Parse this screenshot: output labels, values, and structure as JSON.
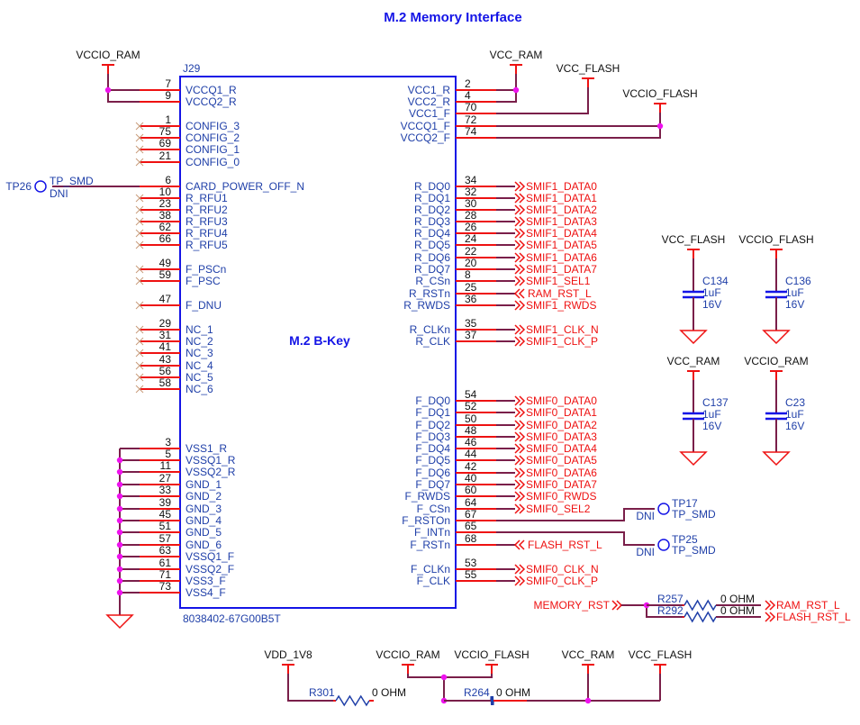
{
  "title": "M.2 Memory Interface",
  "connector": {
    "ref": "J29",
    "label": "M.2 B-Key",
    "part_number": "8038402-67G00B5T",
    "left_pins": [
      {
        "num": "7",
        "name": "VCCQ1_R",
        "conn": "net"
      },
      {
        "num": "9",
        "name": "VCCQ2_R",
        "conn": "net"
      },
      {
        "num": "1",
        "name": "CONFIG_3",
        "conn": "nc"
      },
      {
        "num": "75",
        "name": "CONFIG_2",
        "conn": "nc"
      },
      {
        "num": "69",
        "name": "CONFIG_1",
        "conn": "nc"
      },
      {
        "num": "21",
        "name": "CONFIG_0",
        "conn": "nc"
      },
      {
        "num": "6",
        "name": "CARD_POWER_OFF_N",
        "conn": "tp"
      },
      {
        "num": "10",
        "name": "R_RFU1",
        "conn": "nc"
      },
      {
        "num": "23",
        "name": "R_RFU2",
        "conn": "nc"
      },
      {
        "num": "38",
        "name": "R_RFU3",
        "conn": "nc"
      },
      {
        "num": "62",
        "name": "R_RFU4",
        "conn": "nc"
      },
      {
        "num": "66",
        "name": "R_RFU5",
        "conn": "nc"
      },
      {
        "num": "49",
        "name": "F_PSCn",
        "conn": "nc"
      },
      {
        "num": "59",
        "name": "F_PSC",
        "conn": "nc"
      },
      {
        "num": "47",
        "name": "F_DNU",
        "conn": "nc"
      },
      {
        "num": "29",
        "name": "NC_1",
        "conn": "nc"
      },
      {
        "num": "31",
        "name": "NC_2",
        "conn": "nc"
      },
      {
        "num": "41",
        "name": "NC_3",
        "conn": "nc"
      },
      {
        "num": "43",
        "name": "NC_4",
        "conn": "nc"
      },
      {
        "num": "56",
        "name": "NC_5",
        "conn": "nc"
      },
      {
        "num": "58",
        "name": "NC_6",
        "conn": "nc"
      },
      {
        "num": "3",
        "name": "VSS1_R",
        "conn": "gnd"
      },
      {
        "num": "5",
        "name": "VSSQ1_R",
        "conn": "gnd"
      },
      {
        "num": "11",
        "name": "VSSQ2_R",
        "conn": "gnd"
      },
      {
        "num": "27",
        "name": "GND_1",
        "conn": "gnd"
      },
      {
        "num": "33",
        "name": "GND_2",
        "conn": "gnd"
      },
      {
        "num": "39",
        "name": "GND_3",
        "conn": "gnd"
      },
      {
        "num": "45",
        "name": "GND_4",
        "conn": "gnd"
      },
      {
        "num": "51",
        "name": "GND_5",
        "conn": "gnd"
      },
      {
        "num": "57",
        "name": "GND_6",
        "conn": "gnd"
      },
      {
        "num": "63",
        "name": "VSSQ1_F",
        "conn": "gnd"
      },
      {
        "num": "61",
        "name": "VSSQ2_F",
        "conn": "gnd"
      },
      {
        "num": "71",
        "name": "VSS3_F",
        "conn": "gnd"
      },
      {
        "num": "73",
        "name": "VSS4_F",
        "conn": "gnd"
      }
    ],
    "right_pins": [
      {
        "num": "2",
        "name": "VCC1_R",
        "net": ""
      },
      {
        "num": "4",
        "name": "VCC2_R",
        "net": ""
      },
      {
        "num": "70",
        "name": "VCC1_F",
        "net": ""
      },
      {
        "num": "72",
        "name": "VCCQ1_F",
        "net": ""
      },
      {
        "num": "74",
        "name": "VCCQ2_F",
        "net": ""
      },
      {
        "num": "34",
        "name": "R_DQ0",
        "net": "SMIF1_DATA0",
        "dir": "out"
      },
      {
        "num": "32",
        "name": "R_DQ1",
        "net": "SMIF1_DATA1",
        "dir": "out"
      },
      {
        "num": "30",
        "name": "R_DQ2",
        "net": "SMIF1_DATA2",
        "dir": "out"
      },
      {
        "num": "28",
        "name": "R_DQ3",
        "net": "SMIF1_DATA3",
        "dir": "out"
      },
      {
        "num": "26",
        "name": "R_DQ4",
        "net": "SMIF1_DATA4",
        "dir": "out"
      },
      {
        "num": "24",
        "name": "R_DQ5",
        "net": "SMIF1_DATA5",
        "dir": "out"
      },
      {
        "num": "22",
        "name": "R_DQ6",
        "net": "SMIF1_DATA6",
        "dir": "out"
      },
      {
        "num": "20",
        "name": "R_DQ7",
        "net": "SMIF1_DATA7",
        "dir": "out"
      },
      {
        "num": "8",
        "name": "R_CSn",
        "net": "SMIF1_SEL1",
        "dir": "out"
      },
      {
        "num": "25",
        "name": "R_RSTn",
        "net": "RAM_RST_L",
        "dir": "in"
      },
      {
        "num": "36",
        "name": "R_RWDS",
        "net": "SMIF1_RWDS",
        "dir": "out"
      },
      {
        "num": "35",
        "name": "R_CLKn",
        "net": "SMIF1_CLK_N",
        "dir": "out"
      },
      {
        "num": "37",
        "name": "R_CLK",
        "net": "SMIF1_CLK_P",
        "dir": "out"
      },
      {
        "num": "54",
        "name": "F_DQ0",
        "net": "SMIF0_DATA0",
        "dir": "out"
      },
      {
        "num": "52",
        "name": "F_DQ1",
        "net": "SMIF0_DATA1",
        "dir": "out"
      },
      {
        "num": "50",
        "name": "F_DQ2",
        "net": "SMIF0_DATA2",
        "dir": "out"
      },
      {
        "num": "48",
        "name": "F_DQ3",
        "net": "SMIF0_DATA3",
        "dir": "out"
      },
      {
        "num": "46",
        "name": "F_DQ4",
        "net": "SMIF0_DATA4",
        "dir": "out"
      },
      {
        "num": "44",
        "name": "F_DQ5",
        "net": "SMIF0_DATA5",
        "dir": "out"
      },
      {
        "num": "42",
        "name": "F_DQ6",
        "net": "SMIF0_DATA6",
        "dir": "out"
      },
      {
        "num": "40",
        "name": "F_DQ7",
        "net": "SMIF0_DATA7",
        "dir": "out"
      },
      {
        "num": "60",
        "name": "F_RWDS",
        "net": "SMIF0_RWDS",
        "dir": "out"
      },
      {
        "num": "64",
        "name": "F_CSn",
        "net": "SMIF0_SEL2",
        "dir": "out"
      },
      {
        "num": "67",
        "name": "F_RSTOn",
        "net": "",
        "dir": "tp"
      },
      {
        "num": "65",
        "name": "F_INTn",
        "net": "",
        "dir": "tp"
      },
      {
        "num": "68",
        "name": "F_RSTn",
        "net": "FLASH_RST_L",
        "dir": "in"
      },
      {
        "num": "53",
        "name": "F_CLKn",
        "net": "SMIF0_CLK_N",
        "dir": "out"
      },
      {
        "num": "55",
        "name": "F_CLK",
        "net": "SMIF0_CLK_P",
        "dir": "out"
      }
    ]
  },
  "power_nets": {
    "vccio_ram": "VCCIO_RAM",
    "vcc_ram": "VCC_RAM",
    "vcc_flash": "VCC_FLASH",
    "vccio_flash": "VCCIO_FLASH",
    "vdd_1v8": "VDD_1V8"
  },
  "test_points": [
    {
      "ref": "TP26",
      "type": "TP_SMD",
      "note": "DNI"
    },
    {
      "ref": "TP17",
      "type": "TP_SMD",
      "note": "DNI"
    },
    {
      "ref": "TP25",
      "type": "TP_SMD",
      "note": "DNI"
    }
  ],
  "capacitors": [
    {
      "ref": "C134",
      "value": "1uF",
      "voltage": "16V",
      "net": "VCC_FLASH"
    },
    {
      "ref": "C136",
      "value": "1uF",
      "voltage": "16V",
      "net": "VCCIO_FLASH"
    },
    {
      "ref": "C137",
      "value": "1uF",
      "voltage": "16V",
      "net": "VCC_RAM"
    },
    {
      "ref": "C23",
      "value": "1uF",
      "voltage": "16V",
      "net": "VCCIO_RAM"
    }
  ],
  "reset_circuit": {
    "input": "MEMORY_RST",
    "resistors": [
      {
        "ref": "R257",
        "value": "0 OHM",
        "output": "RAM_RST_L"
      },
      {
        "ref": "R292",
        "value": "0 OHM",
        "output": "FLASH_RST_L"
      }
    ]
  },
  "power_chain": {
    "resistors": [
      {
        "ref": "R301",
        "value": "0 OHM"
      },
      {
        "ref": "R264",
        "value": "0 OHM"
      }
    ]
  },
  "colors": {
    "wire": "#7a1f4a",
    "pin": "#ee1111",
    "body": "#1414e6",
    "junction": "#ee11ee",
    "text_blue": "#1f3fa8",
    "nc": "#c89a7a"
  }
}
